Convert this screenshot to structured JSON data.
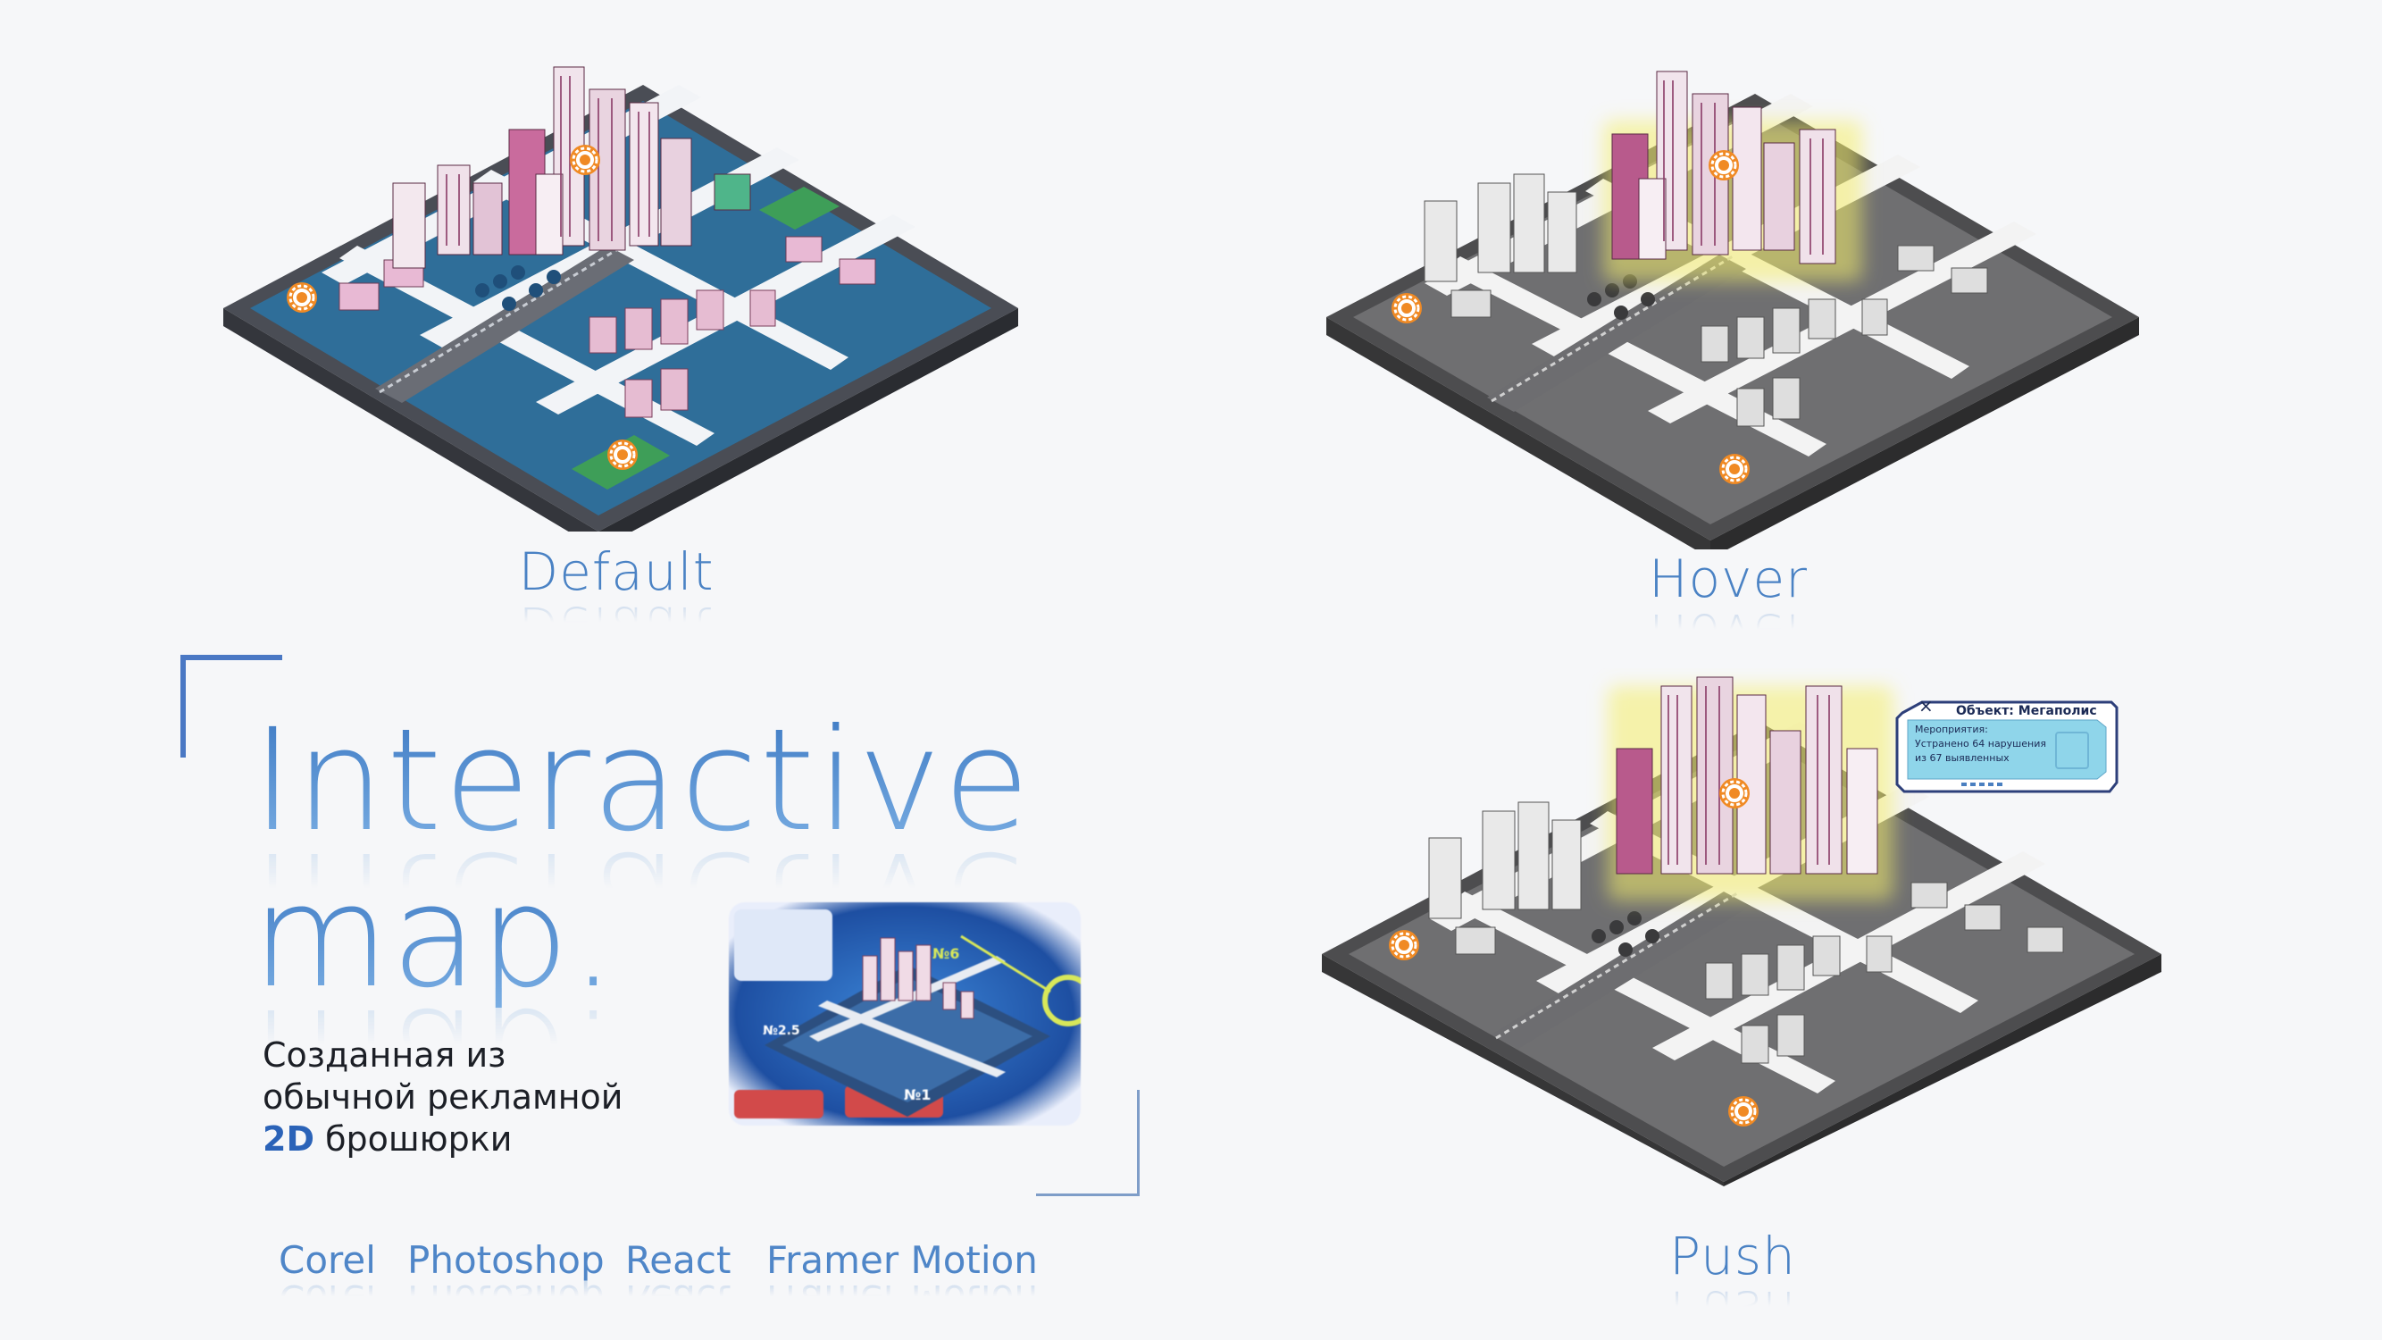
{
  "states": {
    "default_label": "Default",
    "hover_label": "Hover",
    "push_label": "Push"
  },
  "title": {
    "line1": "Interactive",
    "line2": "map."
  },
  "description": {
    "line1": "Созданная из",
    "line2": "обычной рекламной",
    "line3_accent": "2D",
    "line3_rest": " брошюрки"
  },
  "tech": [
    "Corel",
    "Photoshop",
    "React",
    "Framer Motion"
  ],
  "popup": {
    "close": "×",
    "title": "Объект: Мегаполис",
    "line1": "Мероприятия:",
    "line2": "Устранено 64 нарушения",
    "line3": "из 67 выявленных"
  },
  "preview": {
    "label_1": "№1",
    "label_2_5": "№2.5",
    "label_6": "№6"
  },
  "colors": {
    "accent": "#4a82c4",
    "highlight": "#f4ef6a",
    "marker": "#f08a24"
  },
  "icons": [
    "gear-marker-icon",
    "close-icon"
  ]
}
